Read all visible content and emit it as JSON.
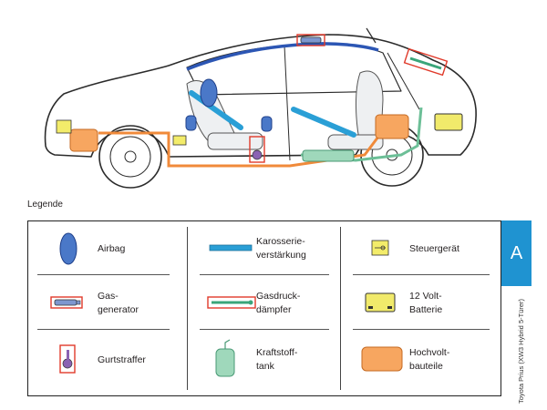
{
  "legend_title": "Legende",
  "tab_letter": "A",
  "side_text": "Toyota Prius (XW3 Hybrid 5-Türer)",
  "legend": [
    {
      "label": "Airbag",
      "icon": "airbag-icon"
    },
    {
      "label": "Karosserie-\nverstärkung",
      "icon": "body-reinforcement-icon"
    },
    {
      "label": "Steuergerät",
      "icon": "control-unit-icon"
    },
    {
      "label": "Gas-\ngenerator",
      "icon": "gas-generator-icon"
    },
    {
      "label": "Gasdruck-\ndämpfer",
      "icon": "gas-strut-icon"
    },
    {
      "label": "12 Volt-\nBatterie",
      "icon": "battery-icon"
    },
    {
      "label": "Gurtstraffer",
      "icon": "belt-tensioner-icon"
    },
    {
      "label": "Kraftstoff-\ntank",
      "icon": "fuel-tank-icon"
    },
    {
      "label": "Hochvolt-\nbauteile",
      "icon": "high-voltage-icon"
    }
  ],
  "colors": {
    "airbag": "#4a78c8",
    "reinforcement": "#2a9fd6",
    "control_unit": "#f3ec6a",
    "outline_red": "#e03a2a",
    "fuel_tank": "#9fd8bb",
    "battery": "#f1ea6b",
    "high_voltage": "#f7a660",
    "hv_cable": "#f08a3a",
    "tab": "#1f93d1"
  }
}
